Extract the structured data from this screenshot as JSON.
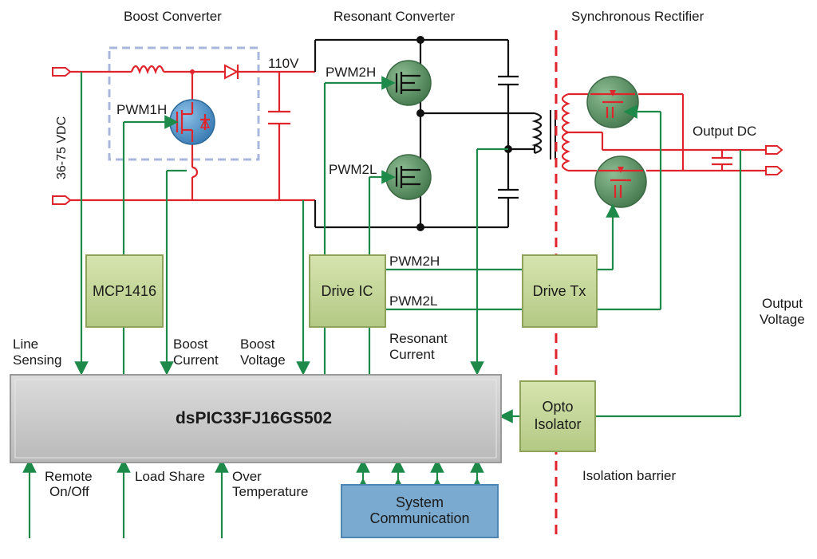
{
  "sections": {
    "boost": "Boost Converter",
    "resonant": "Resonant Converter",
    "sync": "Synchronous Rectifier"
  },
  "labels": {
    "input_voltage": "36-75 VDC",
    "bus_voltage": "110V",
    "pwm1h": "PWM1H",
    "pwm2h": "PWM2H",
    "pwm2l": "PWM2L",
    "pwm2h_line": "PWM2H",
    "pwm2l_line": "PWM2L",
    "output_dc": "Output DC",
    "output_voltage_1": "Output",
    "output_voltage_2": "Voltage",
    "line_sensing_1": "Line",
    "line_sensing_2": "Sensing",
    "boost_current_1": "Boost",
    "boost_current_2": "Current",
    "boost_voltage_1": "Boost",
    "boost_voltage_2": "Voltage",
    "resonant_current_1": "Resonant",
    "resonant_current_2": "Current",
    "remote_1": "Remote",
    "remote_2": "On/Off",
    "load_share": "Load Share",
    "over_temp_1": "Over",
    "over_temp_2": "Temperature",
    "isolation_barrier": "Isolation barrier"
  },
  "blocks": {
    "mcp": "MCP1416",
    "drive_ic": "Drive IC",
    "drive_tx": "Drive Tx",
    "opto_1": "Opto",
    "opto_2": "Isolator",
    "mcu": "dsPIC33FJ16GS502",
    "syscom_1": "System",
    "syscom_2": "Communication"
  },
  "colors": {
    "power_path": "#e0242c",
    "hv_path": "#111111",
    "signal_path": "#1e8a4a",
    "block_fill": "#c5d79b",
    "mcu_fill": "#c9c9c9",
    "syscom_fill": "#7aaacf",
    "mosfet_green": "#5a8c62",
    "mosfet_blue": "#4f8fc4",
    "boost_box": "#a9b7dc"
  }
}
